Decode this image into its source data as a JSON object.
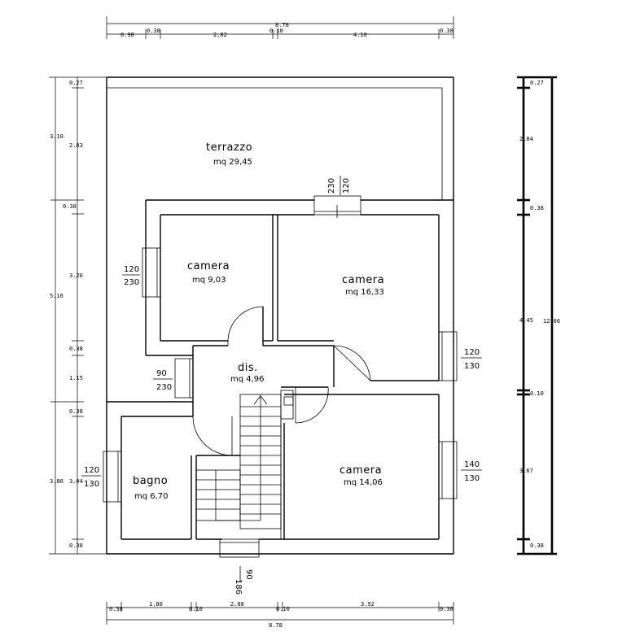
{
  "rooms": {
    "terrazzo": {
      "name": "terrazzo",
      "area": "mq 29,45"
    },
    "camera_left": {
      "name": "camera",
      "area": "mq 9,03"
    },
    "camera_right": {
      "name": "camera",
      "area": "mq 16,33"
    },
    "dis": {
      "name": "dis.",
      "area": "mq 4,96"
    },
    "bagno": {
      "name": "bagno",
      "area": "mq 6,70"
    },
    "camera_bottom": {
      "name": "camera",
      "area": "mq 14,06"
    }
  },
  "windows": {
    "top_w": "120",
    "top_h": "230",
    "left_w": "120",
    "left_h": "230",
    "right_top_w": "120",
    "right_top_h": "130",
    "dis_w": "90",
    "dis_h": "230",
    "right_bottom_w": "140",
    "right_bottom_h": "130",
    "bagno_w": "120",
    "bagno_h": "130",
    "entry_w": "90",
    "entry_h": "186"
  },
  "dims": {
    "top_total": "8.78",
    "top": [
      "0.98",
      "0.38",
      "2.82",
      "0.10",
      "4.10",
      "0.38"
    ],
    "bottom_total": "8.78",
    "bottom": [
      "0.38",
      "1.80",
      "0.10",
      "2.08",
      "0.10",
      "3.92",
      "0.38"
    ],
    "left_outer": [
      "3.10",
      "5.16",
      "3.80"
    ],
    "left_inner": [
      "0.27",
      "2.83",
      "0.38",
      "3.20",
      "0.38",
      "1.15",
      "0.38",
      "3.04",
      "0.38"
    ],
    "right_inner": [
      "0.27",
      "2.84",
      "0.38",
      "4.45",
      "0.10",
      "3.67",
      "0.38"
    ],
    "right_total": "12.06"
  }
}
